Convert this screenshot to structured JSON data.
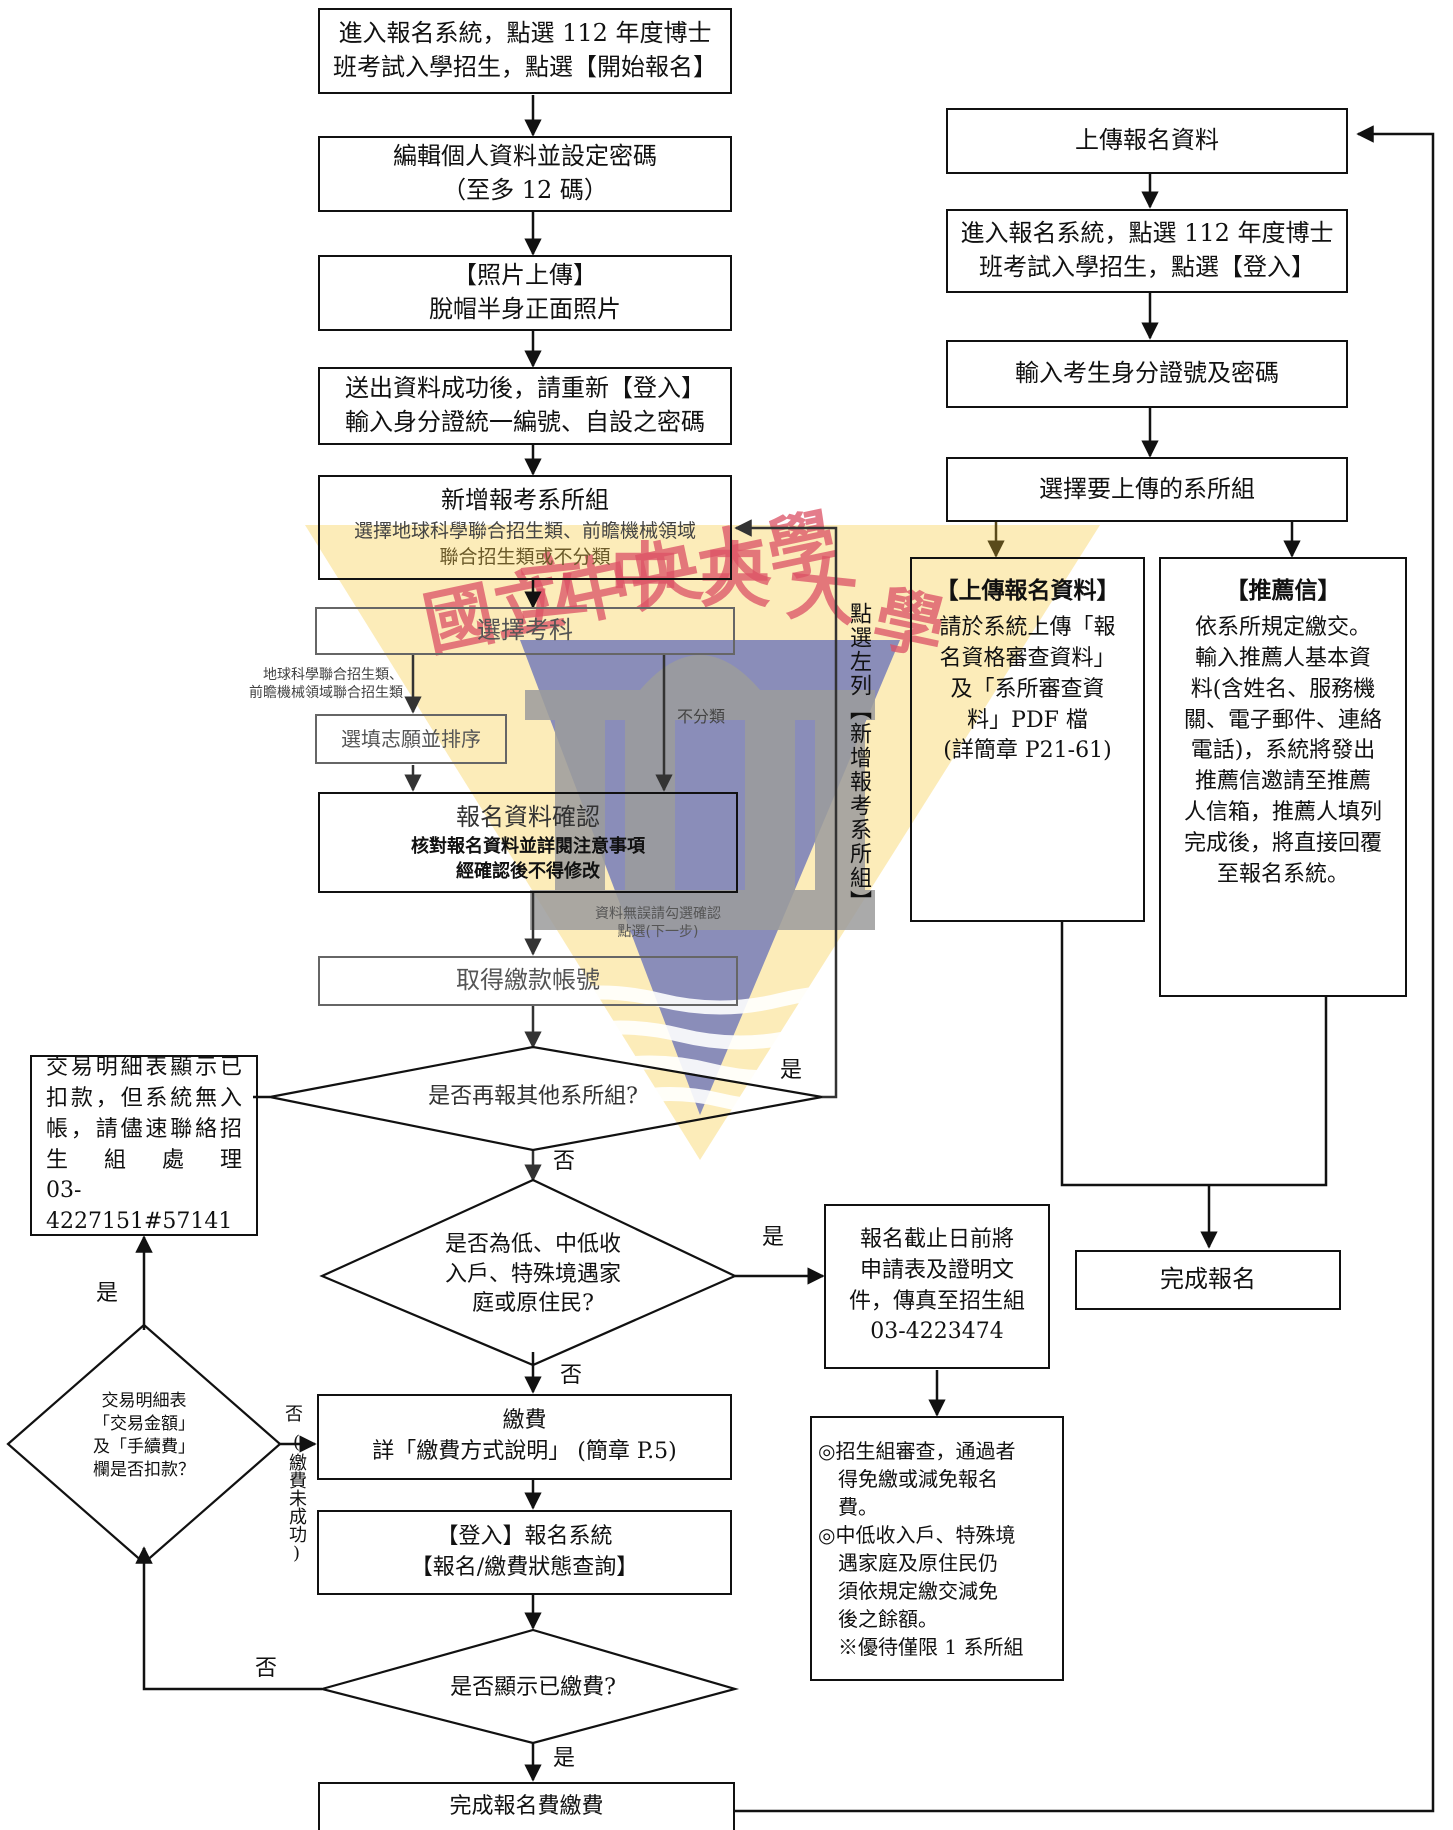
{
  "watermark": {
    "text": "國立中央大學",
    "color": "#f2c200",
    "seal_color": "#7d7d8e",
    "wave_color": "#4a52a8"
  },
  "left": {
    "enter": [
      "進入報名系統，點選 112 年度博士",
      "班考試入學招生，點選【開始報名】"
    ],
    "edit": [
      "編輯個人資料並設定密碼",
      "（至多 12 碼）"
    ],
    "photo": [
      "【照片上傳】",
      "脫帽半身正面照片"
    ],
    "login": [
      "送出資料成功後，請重新【登入】",
      "輸入身分證統一編號、自設之密碼"
    ],
    "add_dept": {
      "title": "新增報考系所組",
      "sub1": "選擇地球科學聯合招生類、前瞻機械領域",
      "sub2": "聯合招生類或不分類"
    },
    "select_subject": "選擇考科",
    "branch_left": [
      "地球科學聯合招生類、",
      "前瞻機械領域聯合招生類"
    ],
    "branch_right": "不分類",
    "preference": "選填志願並排序",
    "confirm": {
      "title": "報名資料確認",
      "line1": "核對報名資料並詳閱注意事項",
      "line2": "經確認後不得修改"
    },
    "confirm_note": [
      "資料無誤請勾選確認",
      "點選(下一步)"
    ],
    "account": "取得繳款帳號",
    "other_dept_q": "是否再報其他系所組?",
    "side_vertical": "點選左列【新增報考系所組】",
    "yes1": "是",
    "no1": "否",
    "low_income_q": [
      "是否為低、中低收",
      "入戶、特殊境遇家",
      "庭或原住民?"
    ],
    "yes2": "是",
    "no2": "否",
    "pay": [
      "繳費",
      "詳「繳費方式說明」 (簡章 P.5)"
    ],
    "status": [
      "【登入】報名系統",
      "【報名/繳費狀態查詢】"
    ],
    "paid_q": "是否顯示已繳費?",
    "no3": "否",
    "yes3": "是",
    "complete_fee": "完成報名費繳費",
    "fail_no": "否",
    "fail_vertical": "(繳費未成功)",
    "deduct_q": [
      "交易明細表",
      "「交易金額」",
      "及「手續費」",
      "欄是否扣款？"
    ],
    "yes4": "是",
    "contact": [
      "交易明細表顯示已",
      "扣款，但系統無入",
      "帳，請儘速聯絡招",
      "生　組　處　理",
      "03-4227151#57141"
    ],
    "fax": [
      "報名截止日前將",
      "申請表及證明文",
      "件，傳真至招生組",
      "03-4223474"
    ],
    "review": [
      "◎招生組審查，通過者",
      "　得免繳或減免報名",
      "　費。",
      "◎中低收入戶、特殊境",
      "　遇家庭及原住民仍",
      "　須依規定繳交減免",
      "　後之餘額。",
      "　※優待僅限 1 系所組"
    ]
  },
  "right": {
    "upload": "上傳報名資料",
    "enter": [
      "進入報名系統，點選 112 年度博士",
      "班考試入學招生，點選【登入】"
    ],
    "id_pw": "輸入考生身分證號及密碼",
    "choose": "選擇要上傳的系所組",
    "upload_box": {
      "title": "【上傳報名資料】",
      "lines": [
        "請於系統上傳「報",
        "名資格審查資料」",
        "及「系所審查資",
        "料」PDF 檔",
        "(詳簡章 P21-61)"
      ]
    },
    "rec_box": {
      "title": "【推薦信】",
      "lines": [
        "依系所規定繳交。",
        "輸入推薦人基本資",
        "料(含姓名、服務機",
        "關、電子郵件、連絡",
        "電話)，系統將發出",
        "推薦信邀請至推薦",
        "人信箱，推薦人填列",
        "完成後，將直接回覆",
        "至報名系統。"
      ]
    },
    "done": "完成報名"
  }
}
